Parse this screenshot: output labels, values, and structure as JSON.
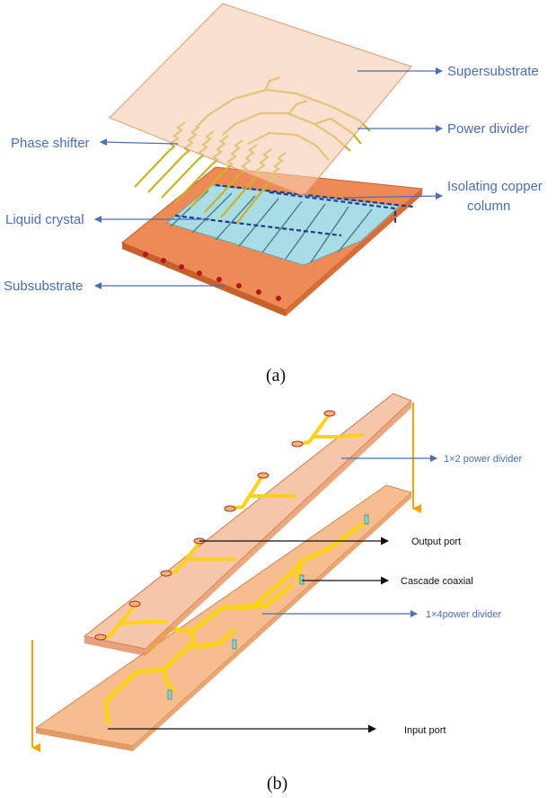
{
  "panel_a": {
    "labels": {
      "supersubstrate": "Supersubstrate",
      "power_divider": "Power divider",
      "phase_shifter": "Phase shifter",
      "isolating_line1": "Isolating copper",
      "isolating_line2": "column",
      "liquid_crystal": "Liquid crystal",
      "subsubstrate": "Subsubstrate"
    },
    "caption": "(a)"
  },
  "panel_b": {
    "labels": {
      "power_divider_1x2": "1×2 power divider",
      "output_port": "Output port",
      "cascade_coaxial": "Cascade coaxial",
      "power_divider_1x4": "1×4power divider",
      "input_port": "Input port"
    },
    "caption": "(b)"
  },
  "colors": {
    "label_blue": "#4a6fb5",
    "arrow_blue": "#4a6fb5",
    "supersubstrate_fill": "#f7cdb0",
    "subsubstrate_fill": "#ee8a55",
    "liquid_crystal_fill": "#a9dde6",
    "trace_gold": "#c9b52a",
    "board_top_fill": "#f0a070",
    "board_bottom_fill": "#f5b27a",
    "strip_yellow": "#ffd21a",
    "drop_arrow": "#f5a500"
  }
}
